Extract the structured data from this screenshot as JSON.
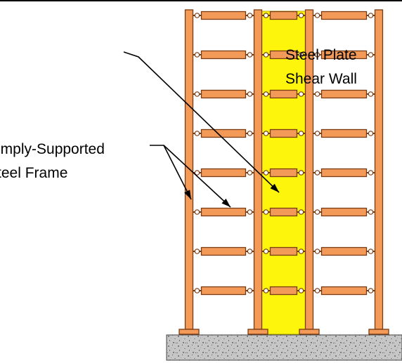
{
  "labels": {
    "shear_wall": {
      "line1": "Steel Plate",
      "line2": "Shear Wall"
    },
    "frame": {
      "line1": "Simply-Supported",
      "line2": "Steel Frame"
    }
  },
  "structure": {
    "stories": 8,
    "bays": 3,
    "infill_bay_index": 1
  },
  "colors": {
    "column_fill": "#f39a58",
    "column_stroke": "#7a3a12",
    "beam_fill": "#f39a58",
    "beam_stroke": "#7a3a12",
    "infill_plate": "#fdf50b",
    "foundation": "#c8c8c8",
    "leader": "#000000"
  },
  "icons": {
    "pin": "pin-connection-icon",
    "arrow": "leader-arrow-icon"
  }
}
